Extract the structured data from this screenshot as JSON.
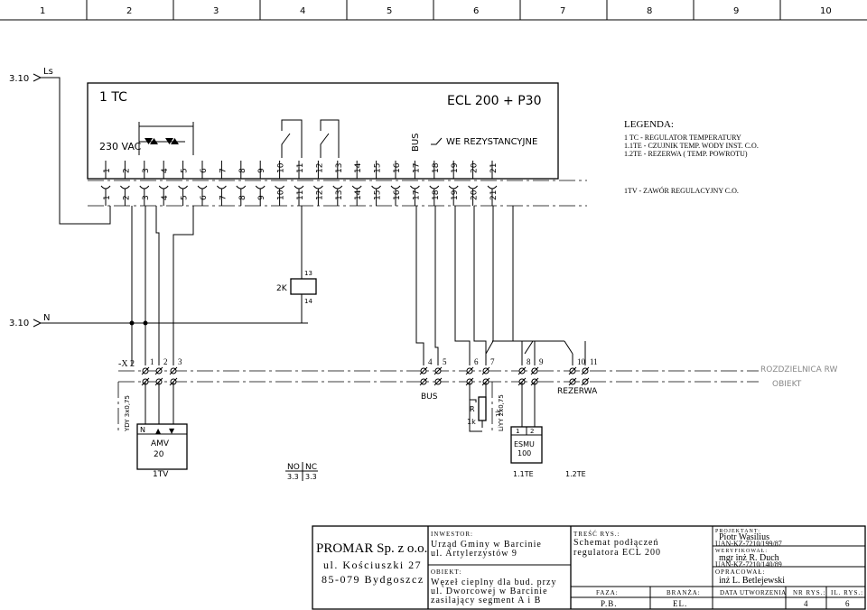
{
  "grid_columns": [
    "1",
    "2",
    "3",
    "4",
    "5",
    "6",
    "7",
    "8",
    "9",
    "10"
  ],
  "diagram": {
    "sheet_ref_top": "3.10",
    "sheet_ref_top_label": "Ls",
    "sheet_ref_bottom": "3.10",
    "sheet_ref_bottom_label": "N",
    "controller_tag": "1 TC",
    "controller_model": "ECL 200 + P30",
    "supply_label": "230 VAC",
    "bus_label": "BUS",
    "sensor_inputs_label": "WE REZYSTANCYJNE",
    "terminals": [
      "1",
      "2",
      "3",
      "4",
      "5",
      "6",
      "7",
      "8",
      "9",
      "10",
      "11",
      "12",
      "13",
      "14",
      "15",
      "16",
      "17",
      "18",
      "19",
      "20",
      "21"
    ],
    "relay_tag": "2K",
    "relay_pin_top": "13",
    "relay_pin_bottom": "14",
    "strip_tag": "-X 2",
    "strip_terminals": [
      "1",
      "2",
      "3",
      "4",
      "5",
      "6",
      "7",
      "8",
      "9",
      "10",
      "11"
    ],
    "cable_1": "YDY 3x0,75",
    "cable_2": "LiYY 2x0,75",
    "resistor_label": "R",
    "resistor_value": "1k",
    "resistor_part": "1k",
    "bus_label_bottom": "BUS",
    "reserve_label": "REZERWA",
    "panel_label": "ROZDZIELNICA RW",
    "object_label": "OBIEKT",
    "actuator_pins": [
      "N",
      "▲",
      "▼"
    ],
    "actuator_model": "AMV",
    "actuator_size": "20",
    "actuator_tag": "1TV",
    "sensor_pins": [
      "1",
      "2"
    ],
    "sensor_model": "ESMU",
    "sensor_size": "100",
    "sensor_tag_1": "1.1TE",
    "sensor_tag_2": "1.2TE",
    "contact_no": "NO",
    "contact_nc": "NC",
    "contact_ref_1": "3.3",
    "contact_ref_2": "3.3"
  },
  "legend": {
    "title": "LEGENDA:",
    "lines": [
      "1 TC - REGULATOR TEMPERATURY",
      "1.1TE - CZUJNIK TEMP. WODY INST. C.O.",
      "1.2TE - REZERWA ( TEMP. POWROTU)"
    ],
    "extra": "1TV - ZAWÓR REGULACYJNY C.O."
  },
  "title_block": {
    "company_name": "PROMAR Sp. z o.o.",
    "company_street": "ul. Kościuszki 27",
    "company_city": "85-079 Bydgoszcz",
    "investor_label": "INWESTOR:",
    "investor_line1": "Urząd Gminy w Barcinie",
    "investor_line2": "ul. Artylerzystów 9",
    "object_label": "OBIEKT:",
    "object_line1": "Węzeł cieplny dla bud. przy",
    "object_line2": "ul. Dworcowej w Barcinie",
    "object_line3": "zasilający segment A i B",
    "content_label": "TREŚĆ RYS.:",
    "content_line1": "Schemat podłączeń",
    "content_line2": "regulatora ECL 200",
    "designer_label": "PROJEKTANT:",
    "designer_name": "Piotr Wasilius",
    "designer_license": "UAN-KZ-7210/199/87",
    "verifier_label": "WERYFIKOWAŁ:",
    "verifier_name": "mgr inż R. Duch",
    "verifier_license": "UAN-KZ-7210/140/89",
    "author_label": "OPRACOWAŁ:",
    "author_name": "inż L. Betlejewski",
    "phase_label": "FAZA:",
    "branch_label": "BRANŻA:",
    "date_label": "DATA UTWORZENIA",
    "drawing_no_label": "NR RYS.:",
    "sheets_label": "IL. RYS.:",
    "phase_value": "P.B.",
    "branch_value": "EL.",
    "date_value": "",
    "drawing_no_value": "4",
    "sheets_value": "6"
  }
}
